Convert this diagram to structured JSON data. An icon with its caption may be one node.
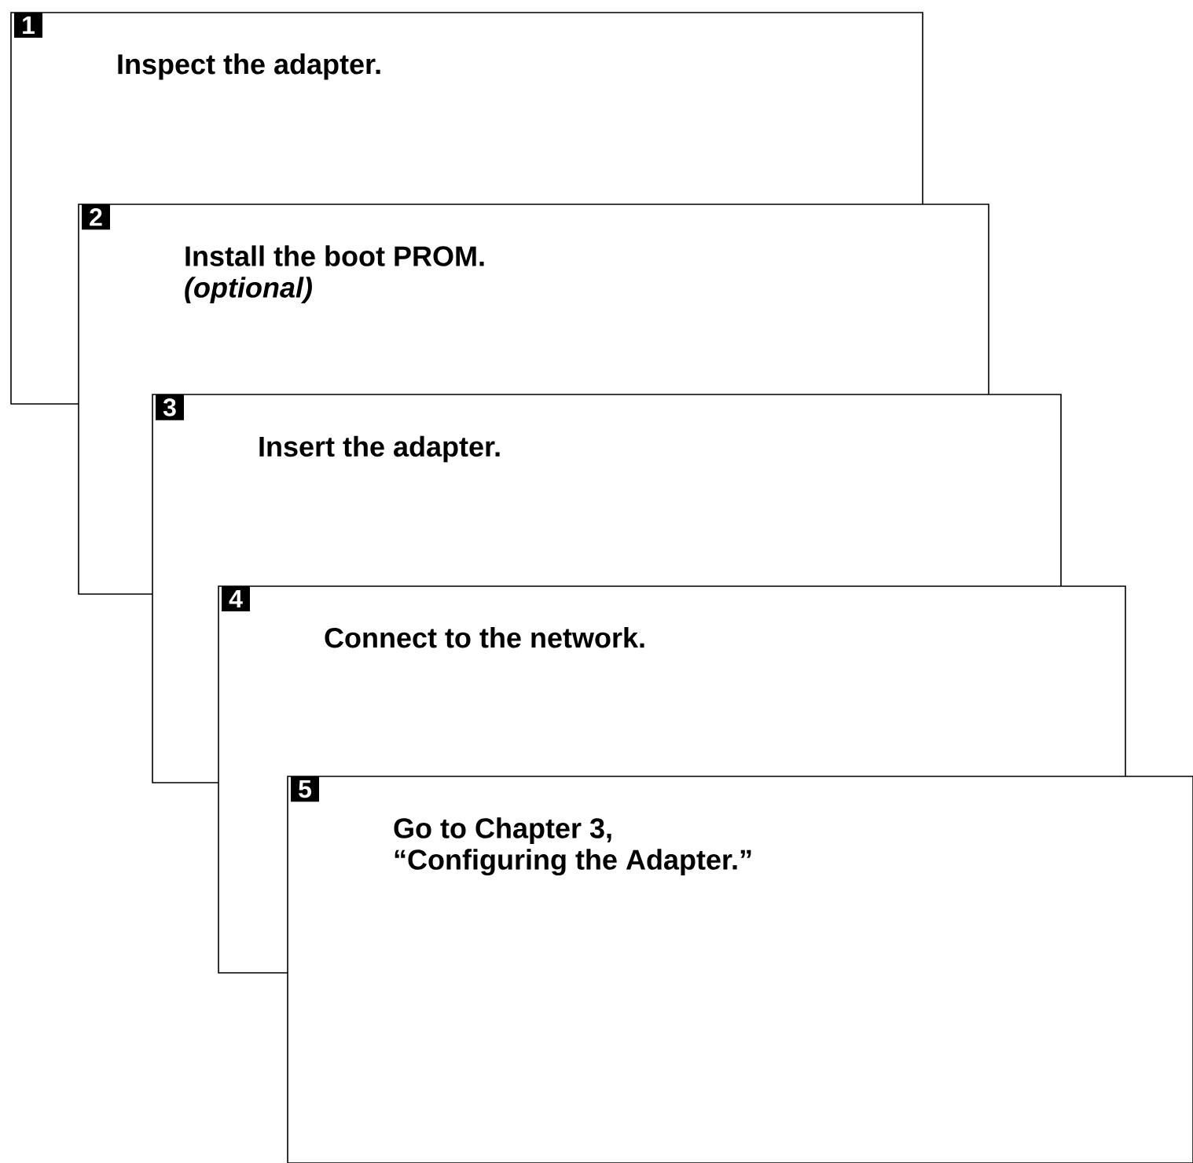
{
  "diagram": {
    "nodes": [
      {
        "text": [
          "1",
          "Inspect the adapter."
        ]
      },
      {
        "text": [
          "2",
          "Install the boot PROM.",
          "(optional)"
        ]
      },
      {
        "text": [
          "3",
          "Insert the adapter."
        ]
      },
      {
        "text": [
          "4",
          "Connect to the network."
        ]
      },
      {
        "text": [
          "5",
          "Go to Chapter 3, “Configuring the Adapter.”"
        ]
      }
    ]
  }
}
